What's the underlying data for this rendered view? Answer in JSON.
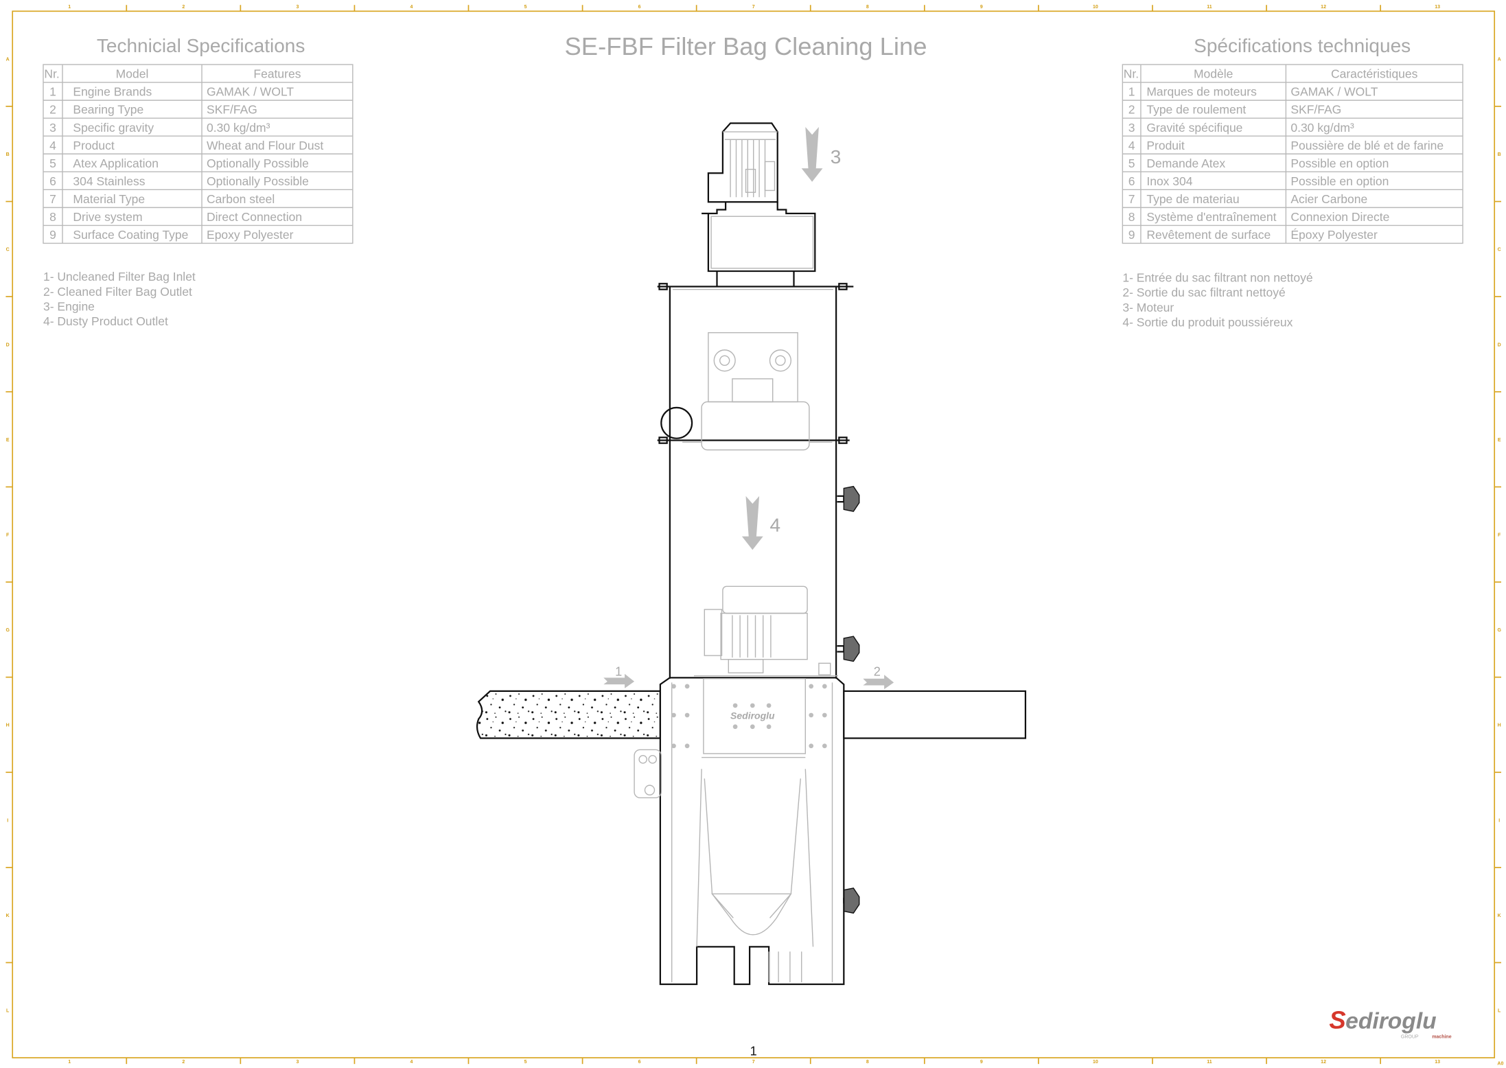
{
  "title": "SE-FBF Filter Bag Cleaning Line",
  "page_number": "1",
  "colors": {
    "frame": "#d9a521",
    "text": "#a9a9a9",
    "logo_red": "#d6372b",
    "logo_gray": "#8a8a8a"
  },
  "ruler": {
    "columns": [
      "1",
      "2",
      "3",
      "4",
      "5",
      "6",
      "7",
      "8",
      "9",
      "10",
      "11",
      "12",
      "13"
    ],
    "rows": [
      "A",
      "B",
      "C",
      "D",
      "E",
      "F",
      "G",
      "H",
      "I",
      "K",
      "L"
    ],
    "sheet_size": "A0"
  },
  "left_specs": {
    "title": "Technicial Specifications",
    "headers": [
      "Nr.",
      "Model",
      "Features"
    ],
    "rows": [
      [
        "1",
        "Engine Brands",
        "GAMAK / WOLT"
      ],
      [
        "2",
        "Bearing Type",
        "SKF/FAG"
      ],
      [
        "3",
        "Specific gravity",
        "0.30 kg/dm³"
      ],
      [
        "4",
        "Product",
        "Wheat and Flour Dust"
      ],
      [
        "5",
        "Atex Application",
        "Optionally Possible"
      ],
      [
        "6",
        "304 Stainless",
        "Optionally Possible"
      ],
      [
        "7",
        "Material Type",
        "Carbon steel"
      ],
      [
        "8",
        "Drive system",
        "Direct Connection"
      ],
      [
        "9",
        "Surface Coating Type",
        "Epoxy Polyester"
      ]
    ],
    "legend": [
      "1- Uncleaned Filter Bag Inlet",
      "2- Cleaned Filter Bag Outlet",
      "3- Engine",
      "4- Dusty Product Outlet"
    ]
  },
  "right_specs": {
    "title": "Spécifications techniques",
    "headers": [
      "Nr.",
      "Modèle",
      "Caractéristiques"
    ],
    "rows": [
      [
        "1",
        "Marques de moteurs",
        "GAMAK / WOLT"
      ],
      [
        "2",
        "Type de roulement",
        "SKF/FAG"
      ],
      [
        "3",
        "Gravité spécifique",
        "0.30 kg/dm³"
      ],
      [
        "4",
        "Produit",
        "Poussière de blé et de farine"
      ],
      [
        "5",
        "Demande Atex",
        "Possible en option"
      ],
      [
        "6",
        "Inox 304",
        "Possible en option"
      ],
      [
        "7",
        "Type de materiau",
        "Acier Carbone"
      ],
      [
        "8",
        "Système d'entraînement",
        "Connexion Directe"
      ],
      [
        "9",
        "Revêtement de surface",
        "Époxy Polyester"
      ]
    ],
    "legend": [
      "1- Entrée du sac filtrant non nettoyé",
      "2- Sortie du sac filtrant nettoyé",
      "3- Moteur",
      "4- Sortie du produit poussiéreux"
    ]
  },
  "drawing": {
    "callouts": [
      "1",
      "2",
      "3",
      "4"
    ],
    "machine_brand": "Sediroglu"
  },
  "logo": {
    "brand": "Sediroglu",
    "group": "GROUP",
    "machine": "machine"
  }
}
